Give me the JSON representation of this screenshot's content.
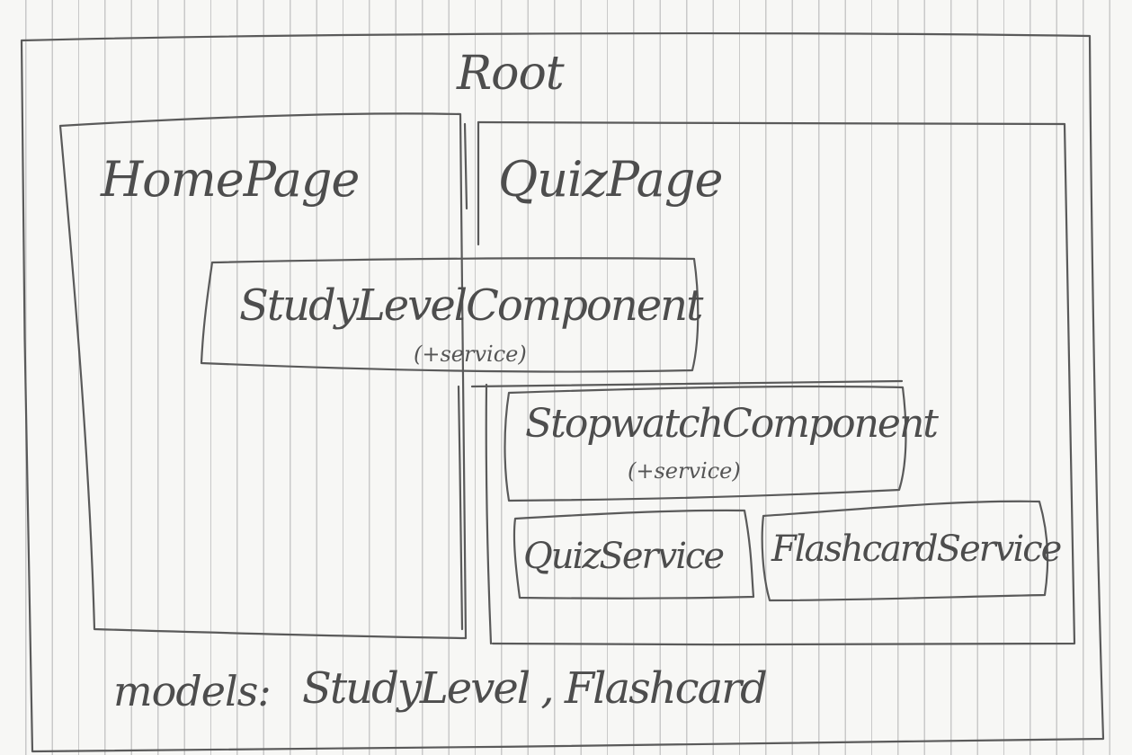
{
  "diagram": {
    "title": "Root",
    "home_page": "HomePage",
    "quiz_page": "QuizPage",
    "study_level_component": {
      "name": "StudyLevelComponent",
      "note": "(+service)"
    },
    "stopwatch_component": {
      "name": "StopwatchComponent",
      "note": "(+service)"
    },
    "quiz_service": "QuizService",
    "flashcard_service": "FlashcardService",
    "models": {
      "label": "models:",
      "items": "StudyLevel , Flashcard"
    },
    "ink_color": "#5a5a5a",
    "paper_color": "#f7f7f5",
    "rule_color": "#c9c9c9"
  }
}
